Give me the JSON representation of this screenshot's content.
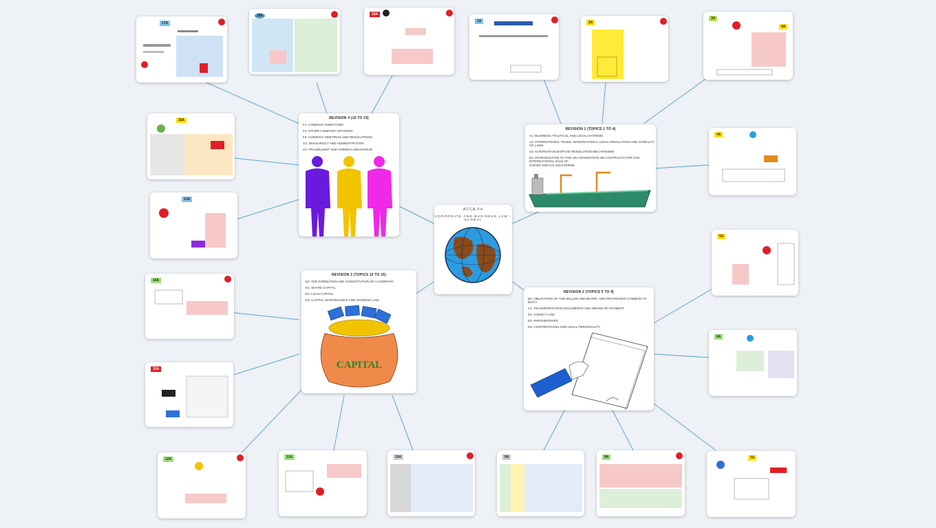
{
  "center": {
    "line1": "ACCA F4",
    "line2": "CORPORATE AND BUSINESS LAW - GLOBAL"
  },
  "revision1": {
    "title": "REVISION 1 (TOPICS 1 TO 4)",
    "items": [
      "A1: BUSINESS, POLITICAL AND LEGAL SYSTEMS",
      "A2: INTERNATIONAL TRADE, INTERNATIONAL LEGAL REGULATION AND CONFLICT OF LAWS",
      "A3: ALTERNATIVE DISPUTE RESOLUTION MECHANISMS",
      "B1: INTRODUCTION TO THE UN CONVENTION ON CONTRACTS FOR THE INTERNATIONAL SALE OF",
      "GOODS AND ICC INCOTERMS"
    ]
  },
  "revision2": {
    "title": "REVISION 2 (TOPICS 5 TO 9)",
    "items": [
      "B2: OBLIGATION OF THE SELLER AND BUYER, AND PROVISIONS COMMON TO BOTH",
      "C1: TRANSPORTATION DOCUMENTS AND MEANS OF PAYMENT",
      "D1: AGENCY LAW",
      "D2: PARTNERSHIPS",
      "D3: CORPORATIONS AND LEGAL PERSONALITY"
    ]
  },
  "revision3": {
    "title": "REVISION 3 (TOPICS 10 TO 16)",
    "items": [
      "E4: THE FORMATION AND CONSTITUTION OF A COMPANY",
      "E1: SHARE CAPITAL",
      "E2: LOAN CAPITAL",
      "E3: CAPITAL MAINTENANCE AND DIVIDEND LAW"
    ],
    "bag_label": "CAPITAL"
  },
  "revision4": {
    "title": "REVISION 4 (15 TO 19)",
    "items": [
      "F1: COMPANY DIRECTORS",
      "F2: OTHER COMPANY OFFICERS",
      "F3: COMPANY MEETINGS AND RESOLUTIONS",
      "G1: INSOLVENCY AND ADMINISTRATION",
      "H1: FRAUDULENT AND CRIMINAL BEHAVIOUR"
    ]
  },
  "thumbnails": [
    {
      "id": "17A",
      "color": "#7dc6e8"
    },
    {
      "id": "18A",
      "color": "#5aa0d0"
    },
    {
      "id": "19A",
      "color": "#e01f26"
    },
    {
      "id": "1A",
      "color": "#7dc6e8"
    },
    {
      "id": "2A",
      "color": "#ffe000"
    },
    {
      "id": "3A",
      "color": "#b8e05a"
    },
    {
      "id": "4A",
      "color": "#ffe000"
    },
    {
      "id": "16A",
      "color": "#ffe000"
    },
    {
      "id": "13A",
      "color": "#7dc6e8"
    },
    {
      "id": "14A",
      "color": "#9be07a"
    },
    {
      "id": "15A",
      "color": "#e01f26"
    },
    {
      "id": "12A",
      "color": "#9be07a"
    },
    {
      "id": "11A",
      "color": "#9be07a"
    },
    {
      "id": "10A",
      "color": "#d0d0d0"
    },
    {
      "id": "9A",
      "color": "#c8c8c8"
    },
    {
      "id": "8A",
      "color": "#9be07a"
    },
    {
      "id": "7A",
      "color": "#ffe000"
    },
    {
      "id": "6A",
      "color": "#9be07a"
    },
    {
      "id": "5A",
      "color": "#ffe000"
    }
  ],
  "colors": {
    "connector": "#5aa5d6",
    "ship_hull": "#2e8b6a",
    "crane": "#e08a1c"
  }
}
